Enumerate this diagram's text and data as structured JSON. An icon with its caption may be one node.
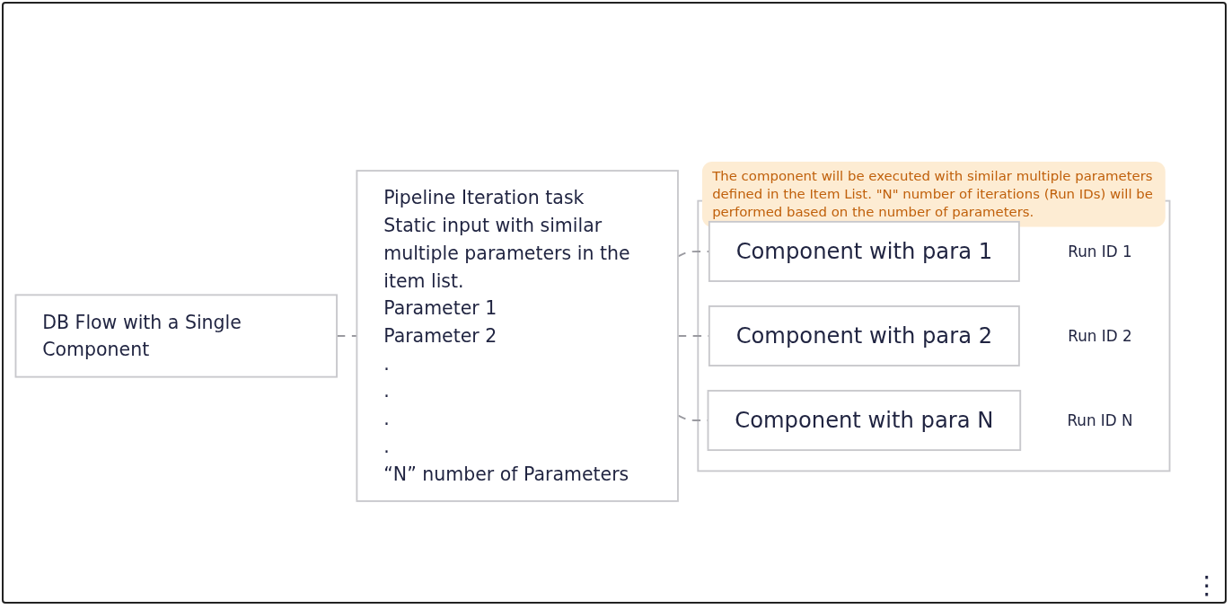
{
  "diagram": {
    "nodes": [
      {
        "text": [
          "DB Flow with a Single Component"
        ]
      },
      {
        "text": [
          "Pipeline Iteration task",
          "Static input with similar multiple parameters in the item list.",
          "Parameter 1",
          "Parameter 2",
          ".",
          ".",
          ".",
          ".",
          "“N” number of Parameters"
        ]
      },
      {
        "text": [
          "The component will be executed with similar multiple parameters defined in the Item List. \"N\" number of iterations (Run IDs) will be performed based on the number of parameters."
        ]
      },
      {
        "text": [
          "Component with para 1"
        ],
        "in": 2,
        "beside": [
          "Run ID 1"
        ]
      },
      {
        "text": [
          "Component with para 2"
        ],
        "in": 2,
        "beside": [
          "Run ID 2"
        ]
      },
      {
        "text": [
          "Component with para N"
        ],
        "in": 2,
        "beside": [
          "Run ID N"
        ]
      }
    ],
    "edges": [
      {
        "from": 0,
        "to": 1,
        "arrow": "none",
        "style": "dashed"
      },
      {
        "from": 1,
        "to": 3,
        "arrow": "none",
        "style": "dashed"
      },
      {
        "from": 1,
        "to": 4,
        "arrow": "none",
        "style": "dashed"
      },
      {
        "from": 1,
        "to": 5,
        "arrow": "none",
        "style": "dashed"
      }
    ],
    "labels": [
      "⋮"
    ]
  }
}
